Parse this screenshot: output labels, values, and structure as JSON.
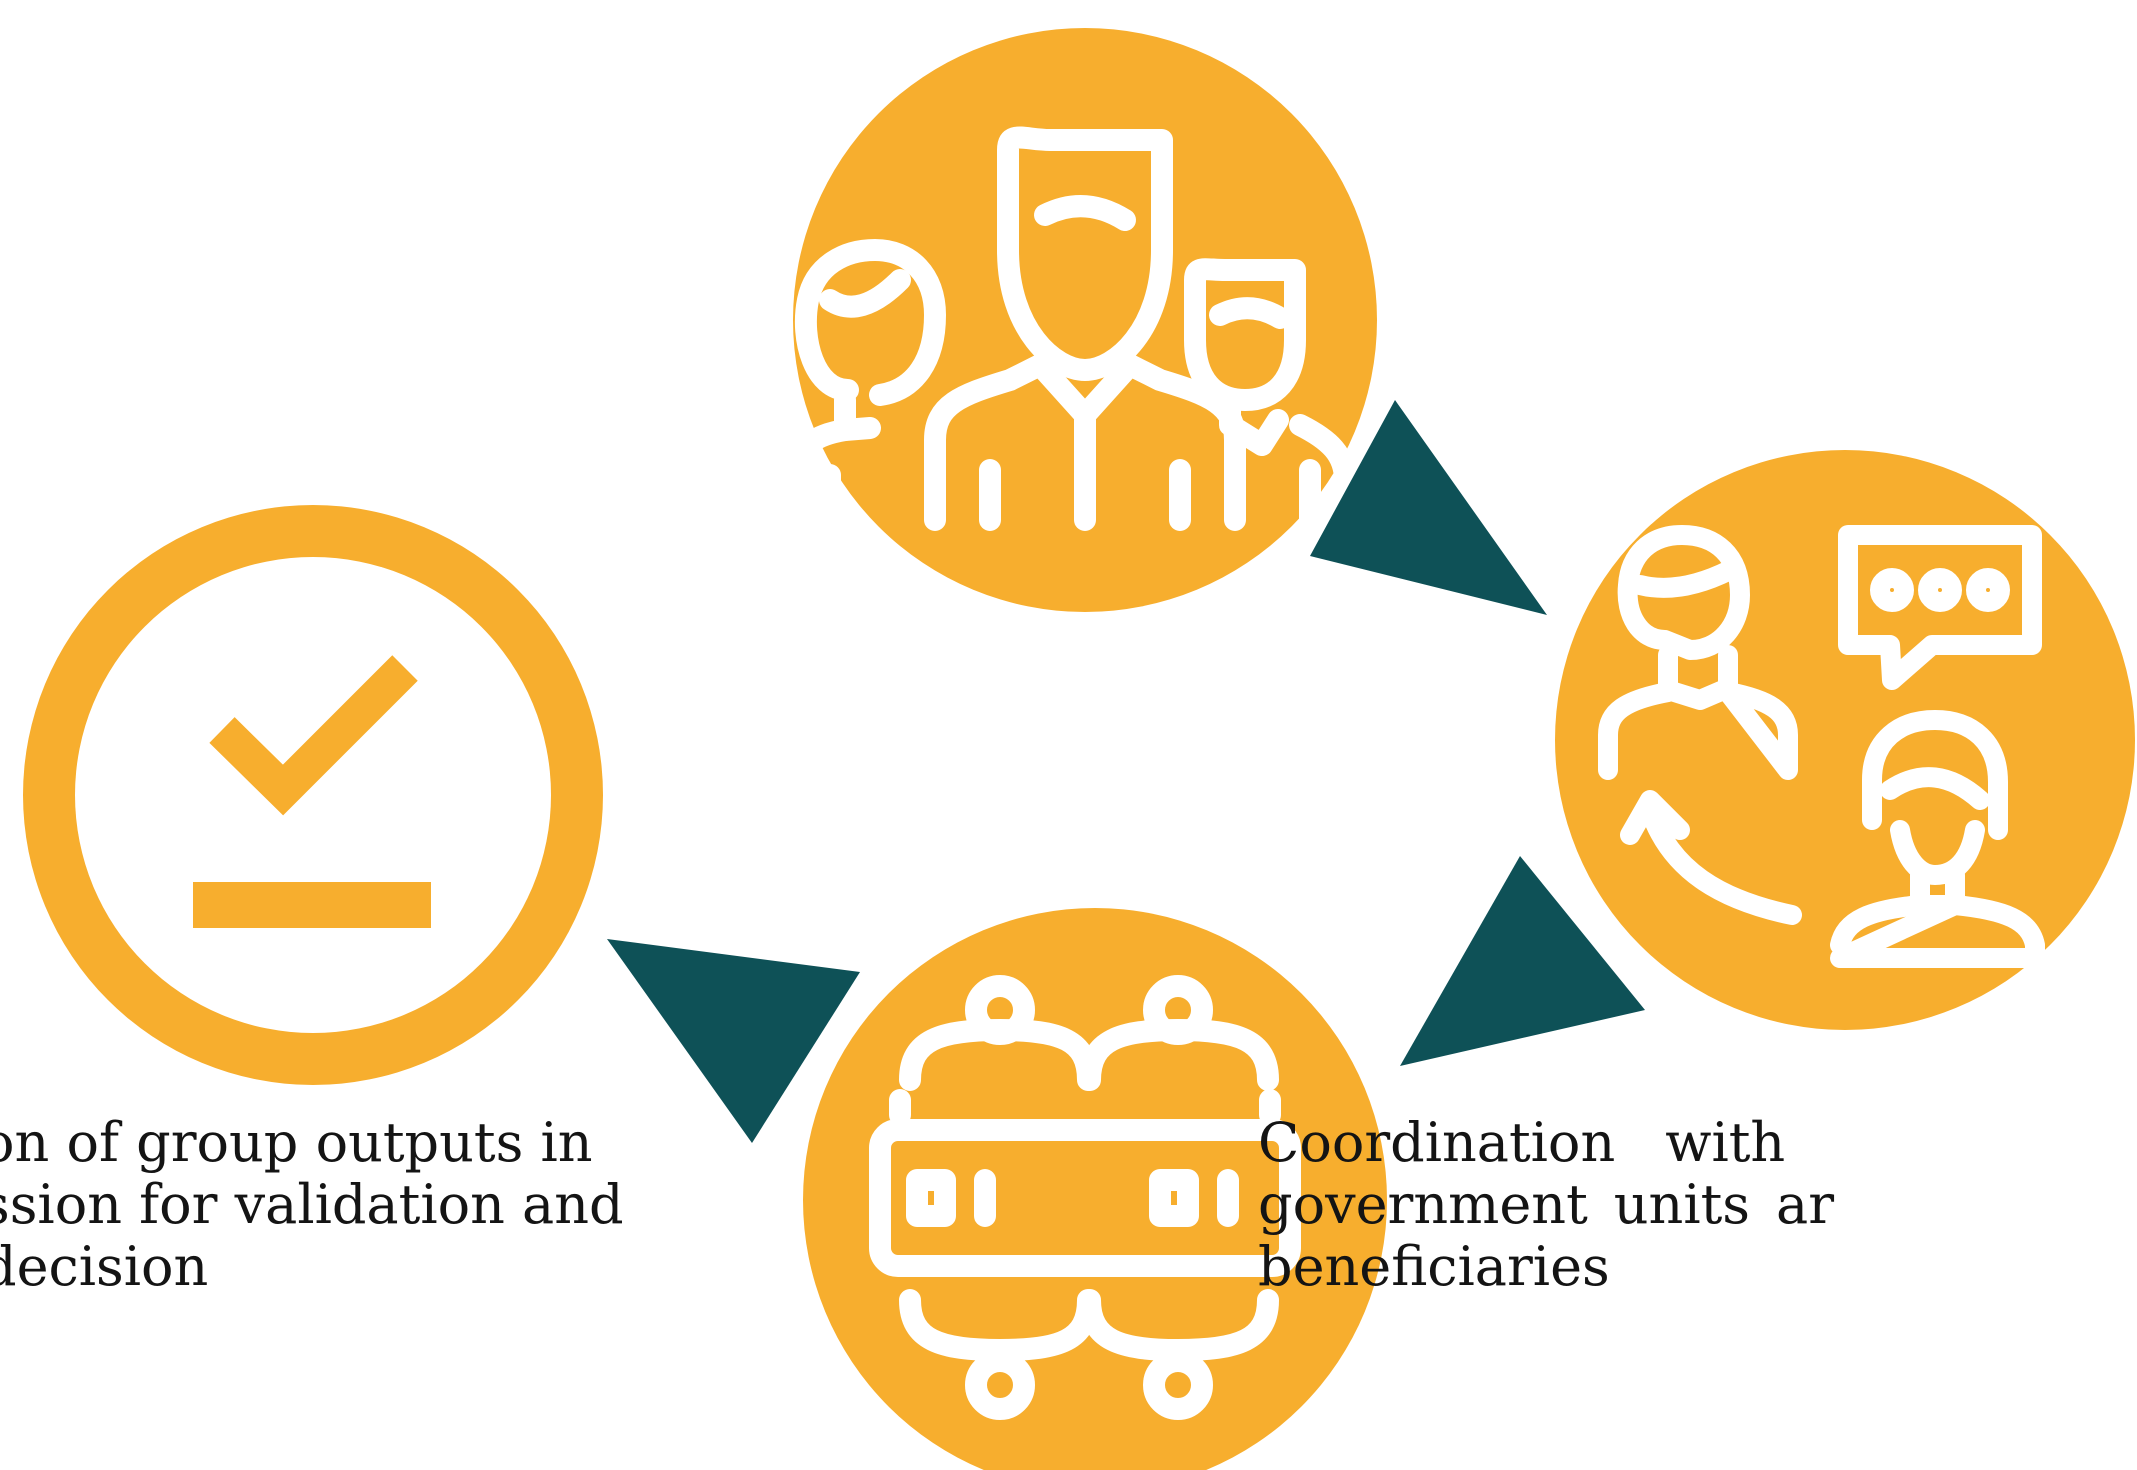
{
  "colors": {
    "node_fill": "#F7AE2E",
    "icon_stroke": "#FFFFFF",
    "arrow_fill": "#0E5157",
    "text": "#141414",
    "background": "#FFFFFF"
  },
  "nodes": [
    {
      "id": "team",
      "icon": "group-of-people-icon"
    },
    {
      "id": "coordination",
      "icon": "people-conversation-icon"
    },
    {
      "id": "meeting",
      "icon": "meeting-table-icon"
    },
    {
      "id": "validation",
      "icon": "checkmark-approval-icon"
    }
  ],
  "arrows": [
    {
      "from": "team",
      "to": "coordination"
    },
    {
      "from": "coordination",
      "to": "meeting"
    },
    {
      "from": "meeting",
      "to": "validation"
    }
  ],
  "captions": {
    "left": {
      "line1_words": [
        "on",
        "of",
        "group",
        "outputs",
        "in"
      ],
      "line2": "ssion for validation and",
      "line3": "decision"
    },
    "right": {
      "line1_words": [
        "Coordination",
        "with"
      ],
      "line2_words": [
        "government",
        "units",
        "ar"
      ],
      "line3": "beneficiaries"
    }
  }
}
